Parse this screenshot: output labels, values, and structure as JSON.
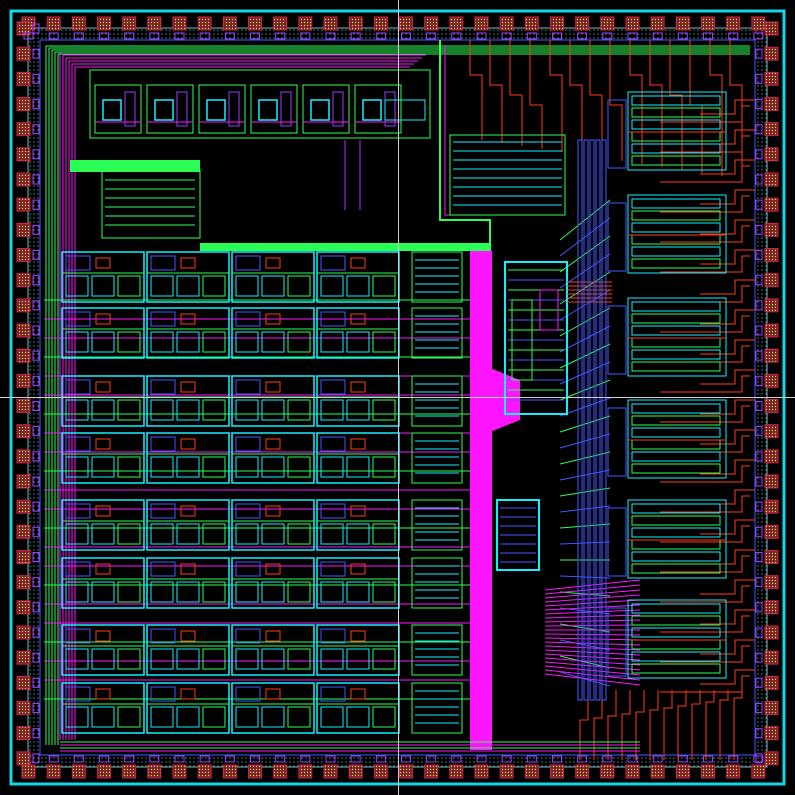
{
  "palette": {
    "background": "#000000",
    "boundary": "#17d4e6",
    "pad_fill": "#7a1e2a",
    "pad_hatch": "#d6d84a",
    "metal_magenta": "#ff14ff",
    "metal_green": "#2bff55",
    "metal_cyan": "#12f0ff",
    "metal_red": "#ff3a1a",
    "metal_blue": "#4457ff",
    "metal_purple": "#9a3cff",
    "seal_ring": "#6fbfbf",
    "crosshair": "#cfcfcf"
  },
  "layout_view": {
    "show_crosshair": true,
    "pad_ring_pads_per_side": 30,
    "left_array_rows": 8,
    "left_array_cols": 4,
    "right_bank_blocks": 6,
    "top_strip_cells": 6
  }
}
